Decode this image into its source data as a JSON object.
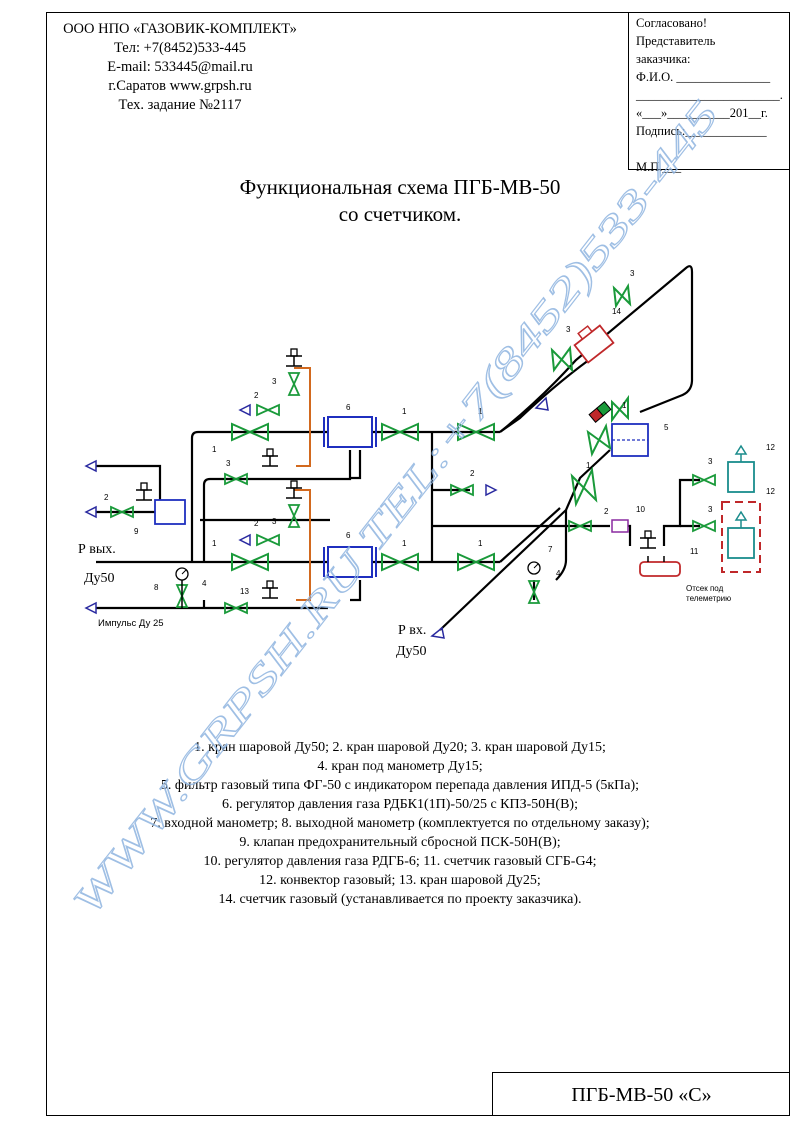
{
  "company": {
    "name": "ООО НПО «ГАЗОВИК-КОМПЛЕКТ»",
    "phone": "Тел: +7(8452)533-445",
    "email": "E-mail: 533445@mail.ru",
    "city_site": "г.Саратов  www.grpsh.ru",
    "spec": "Тех. задание №2117"
  },
  "approval": {
    "line1": "Согласовано!",
    "line2": "Представитель",
    "line3": "заказчика:",
    "line4": "Ф.И.О. _______________",
    "line5": "_______________________.",
    "line6": "«___»__________201__г.",
    "line7": "Подпись:_____________",
    "line8": "М.П.___"
  },
  "title": {
    "line1": "Функциональная схема ПГБ-МВ-50",
    "line2": "со счетчиком."
  },
  "diagram": {
    "outlet_label": "Р вых.",
    "outlet_size": "Ду50",
    "inlet_label": "Р вх.",
    "inlet_size": "Ду50",
    "impulse_label": "Импульс Ду 25",
    "telemetry_line1": "Отсек под",
    "telemetry_line2": "телеметрию",
    "numbers": {
      "n1": "1",
      "n2": "2",
      "n3": "3",
      "n4": "4",
      "n5": "5",
      "n6": "6",
      "n7": "7",
      "n8": "8",
      "n9": "9",
      "n10": "10",
      "n11": "11",
      "n12": "12",
      "n13": "13",
      "n14": "14"
    },
    "colors": {
      "pipe": "#000000",
      "valve": "#1a9a3a",
      "regulator": "#1f2fbf",
      "orange_pipe": "#d2691e",
      "meter": "#c0282a",
      "convector": "#1a8c8c",
      "arrow": "#2a2aa0"
    }
  },
  "legend": {
    "l1": "1. кран шаровой Ду50; 2. кран шаровой Ду20; 3. кран шаровой Ду15;",
    "l2": "4. кран под манометр Ду15;",
    "l3": "5. фильтр газовый типа ФГ-50 с индикатором перепада давления ИПД-5 (5кПа);",
    "l4": "6. регулятор давления газа РДБК1(1П)-50/25 с КПЗ-50Н(В);",
    "l5": "7. входной манометр; 8. выходной манометр (комплектуется по отдельному заказу);",
    "l6": "9. клапан предохранительный сбросной ПСК-50Н(В);",
    "l7": "10. регулятор давления газа РДГБ-6; 11. счетчик газовый СГБ-G4;",
    "l8": "12. конвектор газовый; 13. кран шаровой Ду25;",
    "l9": "14. счетчик газовый (устанавливается по проекту заказчика)."
  },
  "stamp": "ПГБ-МВ-50 «С»",
  "watermark": "WWW.GRPSH.RU TEL:+7(8452)533-445"
}
